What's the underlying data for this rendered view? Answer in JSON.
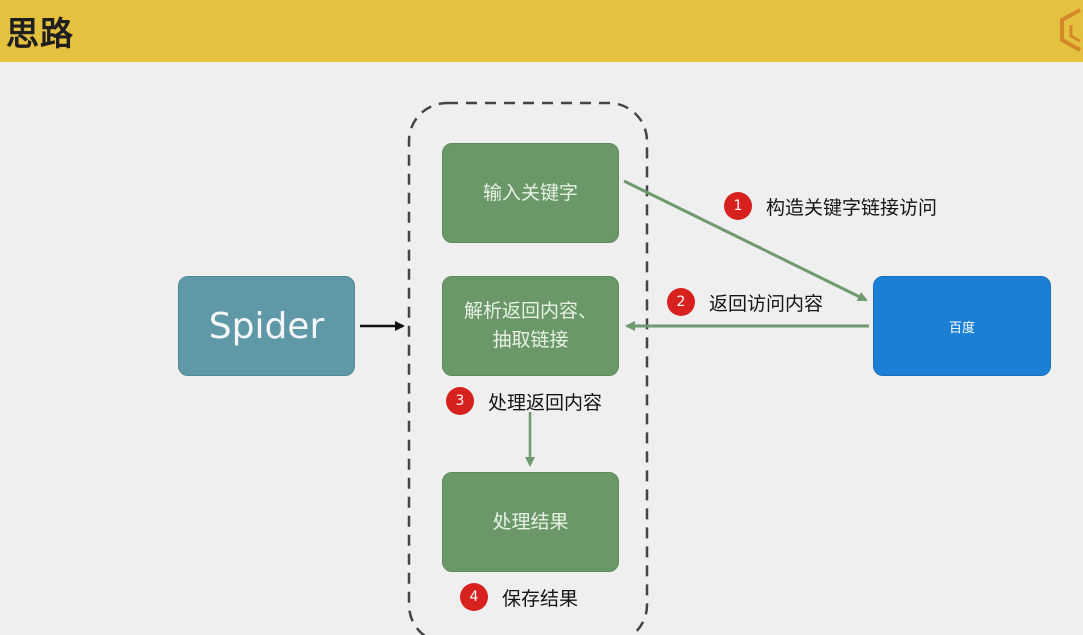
{
  "header": {
    "title": "思路"
  },
  "nodes": {
    "spider": "Spider",
    "input_keyword": "输入关键字",
    "parse_line1": "解析返回内容、",
    "parse_line2": "抽取链接",
    "process_result": "处理结果",
    "baidu": "百度"
  },
  "steps": [
    {
      "num": "1",
      "label": "构造关键字链接访问"
    },
    {
      "num": "2",
      "label": "返回访问内容"
    },
    {
      "num": "3",
      "label": "处理返回内容"
    },
    {
      "num": "4",
      "label": "保存结果"
    }
  ],
  "colors": {
    "header": "#e4c23f",
    "spider": "#5f98a6",
    "green_box": "#6a9868",
    "baidu": "#1b7fd6",
    "step_badge": "#d7211f",
    "arrow_green": "#6f9a6d"
  }
}
